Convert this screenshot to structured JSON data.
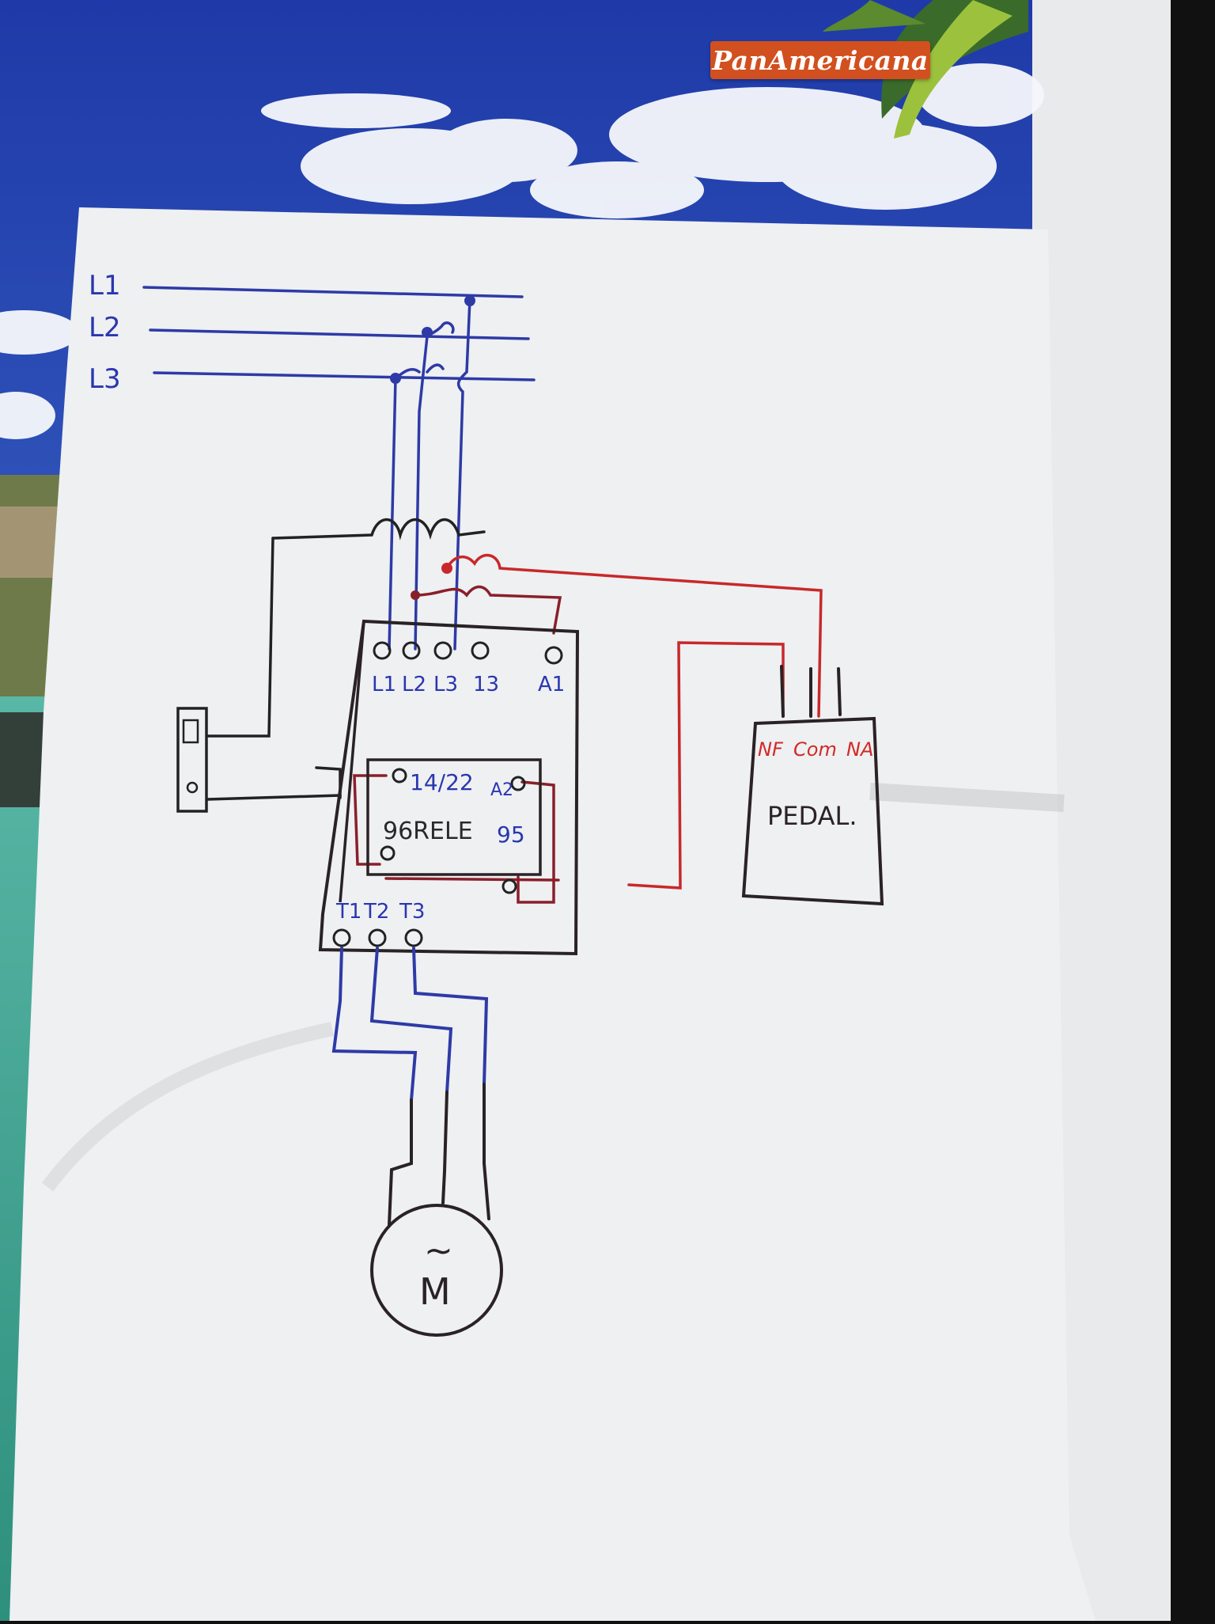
{
  "brand": {
    "name": "PanAmericana"
  },
  "diagram": {
    "supply_lines": [
      "L1",
      "L2",
      "L3"
    ],
    "contactor_top_terminals": [
      "L1",
      "L2",
      "L3",
      "13",
      "A1"
    ],
    "relay_labels": {
      "top": "14/22",
      "a2": "A2",
      "name": "96RELE",
      "right": "95"
    },
    "contactor_bottom_terminals": [
      "T1",
      "T2",
      "T3"
    ],
    "pedal": {
      "contacts": [
        "NF",
        "Com",
        "NA"
      ],
      "name": "PEDAL."
    },
    "motor": {
      "symbol": "~",
      "letter": "M"
    }
  },
  "colors": {
    "power_wire": "#2e3aa6",
    "control_wire": "#c8282a",
    "dark_wire": "#8a1f2a",
    "ink": "#222222",
    "label_blue": "#2a36b0",
    "label_red": "#d12a26"
  }
}
